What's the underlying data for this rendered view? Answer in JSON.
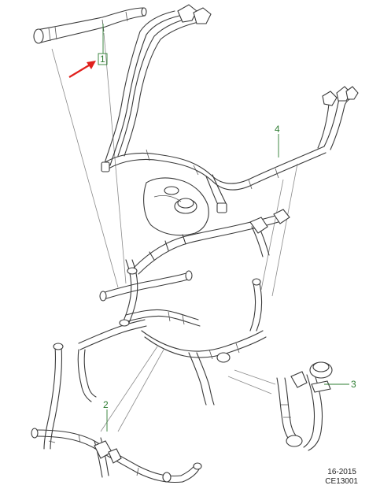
{
  "callouts": [
    {
      "id": "1",
      "label": "1",
      "boxed": true
    },
    {
      "id": "2",
      "label": "2",
      "boxed": false
    },
    {
      "id": "3",
      "label": "3",
      "boxed": false
    },
    {
      "id": "4",
      "label": "4",
      "boxed": false
    }
  ],
  "footer": {
    "code_line1": "16-2015",
    "code_line2": "CE13001"
  },
  "colors": {
    "callout": "#2e7d32",
    "arrow": "#e0201c",
    "line_art": "#3a3a3a"
  }
}
